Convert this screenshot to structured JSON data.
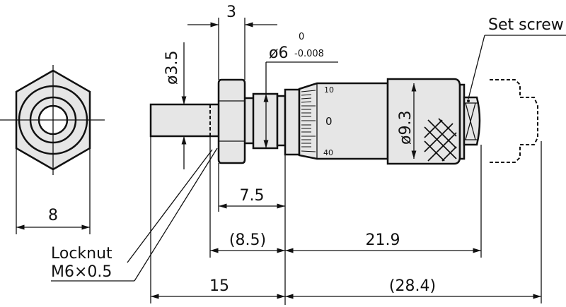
{
  "dimensions": {
    "hex_width": "8",
    "nut_thickness": "3",
    "spindle_dia": "ø3.5",
    "sleeve_dia": "ø6",
    "sleeve_tol_upper": "0",
    "sleeve_tol_lower": "-0.008",
    "thimble_dia": "ø9.3",
    "len_7_5": "7.5",
    "len_8_5": "(8.5)",
    "len_21_9": "21.9",
    "len_15": "15",
    "len_28_4": "(28.4)"
  },
  "scale": {
    "top": "10",
    "mid": "0",
    "bottom": "40"
  },
  "labels": {
    "set_screw": "Set screw",
    "locknut": "Locknut",
    "thread": "M6×0.5"
  },
  "colors": {
    "part_fill": "#e6e6e6",
    "line": "#111111"
  }
}
